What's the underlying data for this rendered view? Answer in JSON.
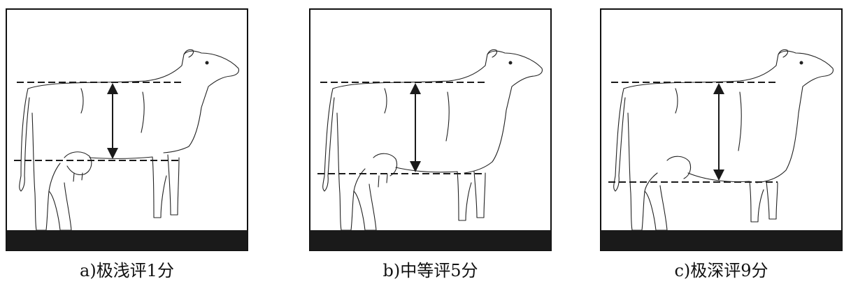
{
  "panels": [
    {
      "caption": "a)极浅评1分",
      "depth_score": 1
    },
    {
      "caption": "b)中等评5分",
      "depth_score": 5
    },
    {
      "caption": "c)极深评9分",
      "depth_score": 9
    }
  ],
  "colors": {
    "frame": "#111111",
    "ground": "#1a1a1a",
    "outline": "#222222"
  }
}
